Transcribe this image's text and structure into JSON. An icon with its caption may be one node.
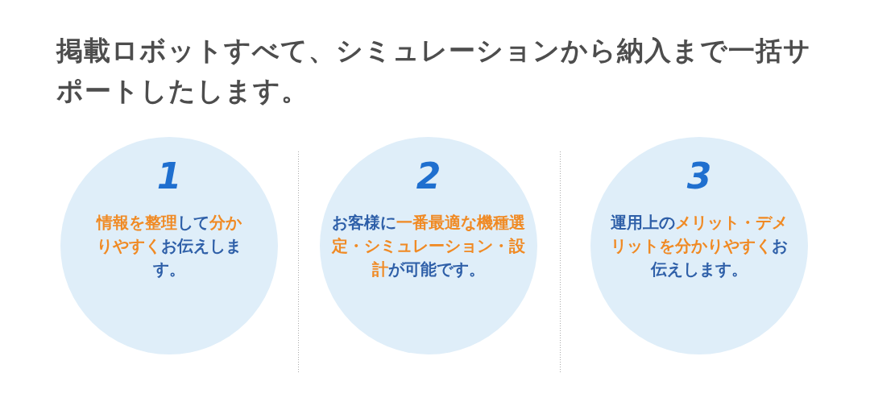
{
  "diagram": {
    "title": "掲載ロボットすべて、シミュレーションから納入まで一括サポートしたします。",
    "nodes": [
      {
        "text": [
          "1",
          "**情報を整理**して**分かりやすく**お伝えします。"
        ]
      },
      {
        "text": [
          "2",
          "お客様に**一番最適な機種選定・シミュレーション・設計**が可能です。"
        ]
      },
      {
        "text": [
          "3",
          "運用上の**メリット・デメリットを分かりやすく**お伝えします。"
        ]
      }
    ]
  }
}
